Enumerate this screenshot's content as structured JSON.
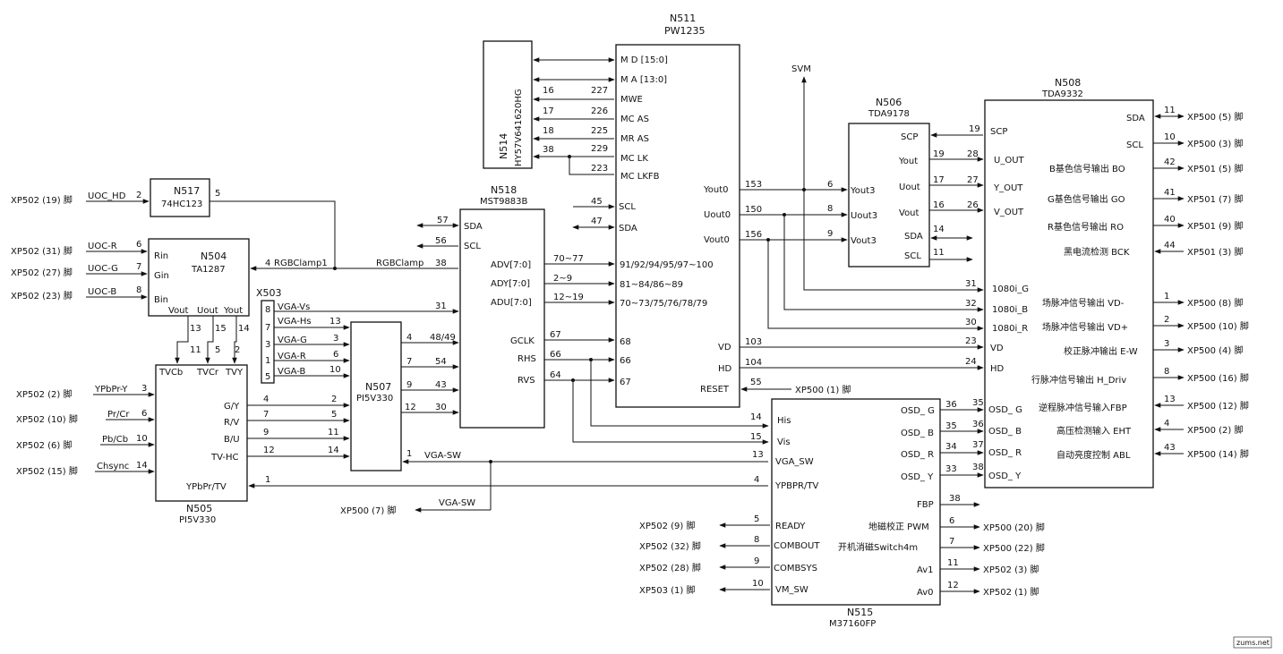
{
  "chips": {
    "N511": {
      "name": "N511",
      "part": "PW1235",
      "pins_left": [
        "M D [15:0]",
        "M A [13:0]",
        "MWE",
        "MC AS",
        "MR AS",
        "MC LK",
        "MC LKFB",
        "SCL",
        "SDA",
        "91/92/94/95/97~100",
        "81~84/86~89",
        "70~73/75/76/78/79",
        "68",
        "66",
        "67"
      ],
      "pins_right": [
        "Yout0",
        "Uout0",
        "Vout0",
        "VD",
        "HD",
        "RESET"
      ]
    },
    "N514": {
      "name": "N514",
      "part": "HY57V641620HG"
    },
    "N517": {
      "name": "N517",
      "part": "74HC123"
    },
    "N504": {
      "name": "N504",
      "part": "TA1287",
      "pins": [
        "Rin",
        "Gin",
        "Bin",
        "Vout",
        "Uout",
        "Yout",
        "RGBClamp1"
      ]
    },
    "N518": {
      "name": "N518",
      "part": "MST9883B",
      "pins": [
        "SDA",
        "SCL",
        "ADV[7:0]",
        "ADY[7:0]",
        "ADU[7:0]",
        "GCLK",
        "RHS",
        "RVS"
      ]
    },
    "N506": {
      "name": "N506",
      "part": "TDA9178",
      "pins": [
        "SCP",
        "Yout",
        "Uout",
        "Vout",
        "SDA",
        "SCL",
        "Yout3",
        "Uout3",
        "Vout3"
      ]
    },
    "N508": {
      "name": "N508",
      "part": "TDA9332",
      "pins": [
        "SCP",
        "U_OUT",
        "Y_OUT",
        "V_OUT",
        "1080i_G",
        "1080i_B",
        "1080i_R",
        "VD",
        "HD",
        "OSD_ G",
        "OSD_ B",
        "OSD_ R",
        "OSD_ Y",
        "SDA",
        "SCL"
      ],
      "functions": [
        "B基色信号输出 BO",
        "G基色信号输出 GO",
        "R基色信号输出 RO",
        "黑电流检测 BCK",
        "场脉冲信号输出 VD-",
        "场脉冲信号输出 VD+",
        "校正脉冲输出  E-W",
        "行脉冲信号输出 H_Driv",
        "逆程脉冲信号输入FBP",
        "高压检测输入  EHT",
        "自动亮度控制 ABL"
      ]
    },
    "N505": {
      "name": "N505",
      "part": "PI5V330",
      "pins": [
        "TVCb",
        "TVCr",
        "TVY",
        "G/Y",
        "R/V",
        "B/U",
        "TV-HC",
        "YPbPr/TV"
      ]
    },
    "N507": {
      "name": "N507",
      "part": "PI5V330"
    },
    "N515": {
      "name": "N515",
      "part": "M37160FP",
      "pins": [
        "His",
        "Vis",
        "VGA_SW",
        "YPBPR/TV",
        "READY",
        "COMBOUT",
        "COMBSYS",
        "VM_SW",
        "OSD_ G",
        "OSD_ B",
        "OSD_ R",
        "OSD_ Y",
        "FBP",
        "地磁校正 PWM",
        "开机消磁Switch4m",
        "Av1",
        "Av0"
      ]
    },
    "X503": {
      "name": "X503",
      "pins": [
        "VGA-Vs",
        "VGA-Hs",
        "VGA-G",
        "VGA-R",
        "VGA-B"
      ]
    }
  },
  "ports": {
    "left": [
      "XP502 (19) 脚",
      "XP502 (31) 脚",
      "XP502 (27) 脚",
      "XP502 (23) 脚",
      "XP502 (2) 脚",
      "XP502 (10) 脚",
      "XP502 (6) 脚",
      "XP502 (15) 脚"
    ],
    "left_signals": [
      "UOC_HD",
      "UOC-R",
      "UOC-G",
      "UOC-B",
      "YPbPr-Y",
      "Pr/Cr",
      "Pb/Cb",
      "Chsync"
    ],
    "right": [
      "XP500 (5) 脚",
      "XP500 (3) 脚",
      "XP501 (5) 脚",
      "XP501 (7) 脚",
      "XP501 (9) 脚",
      "XP501 (3) 脚",
      "XP500 (8) 脚",
      "XP500 (10) 脚",
      "XP500 (4) 脚",
      "XP500 (16) 脚",
      "XP500 (12) 脚",
      "XP500 (2) 脚",
      "XP500 (14) 脚"
    ],
    "n515_right": [
      "XP500 (20) 脚",
      "XP500 (22) 脚",
      "XP502 (3) 脚",
      "XP502 (1) 脚"
    ],
    "n515_left": [
      "XP502 (9) 脚",
      "XP502 (32) 脚",
      "XP502 (28) 脚",
      "XP503 (1) 脚"
    ],
    "reset": "XP500 (1) 脚",
    "vga_sw": "XP500 (7) 脚"
  },
  "nets": {
    "svm": "SVM",
    "rgb_clamp": "RGBClamp",
    "vga_sw": "VGA-SW"
  },
  "watermark": "zums.net"
}
